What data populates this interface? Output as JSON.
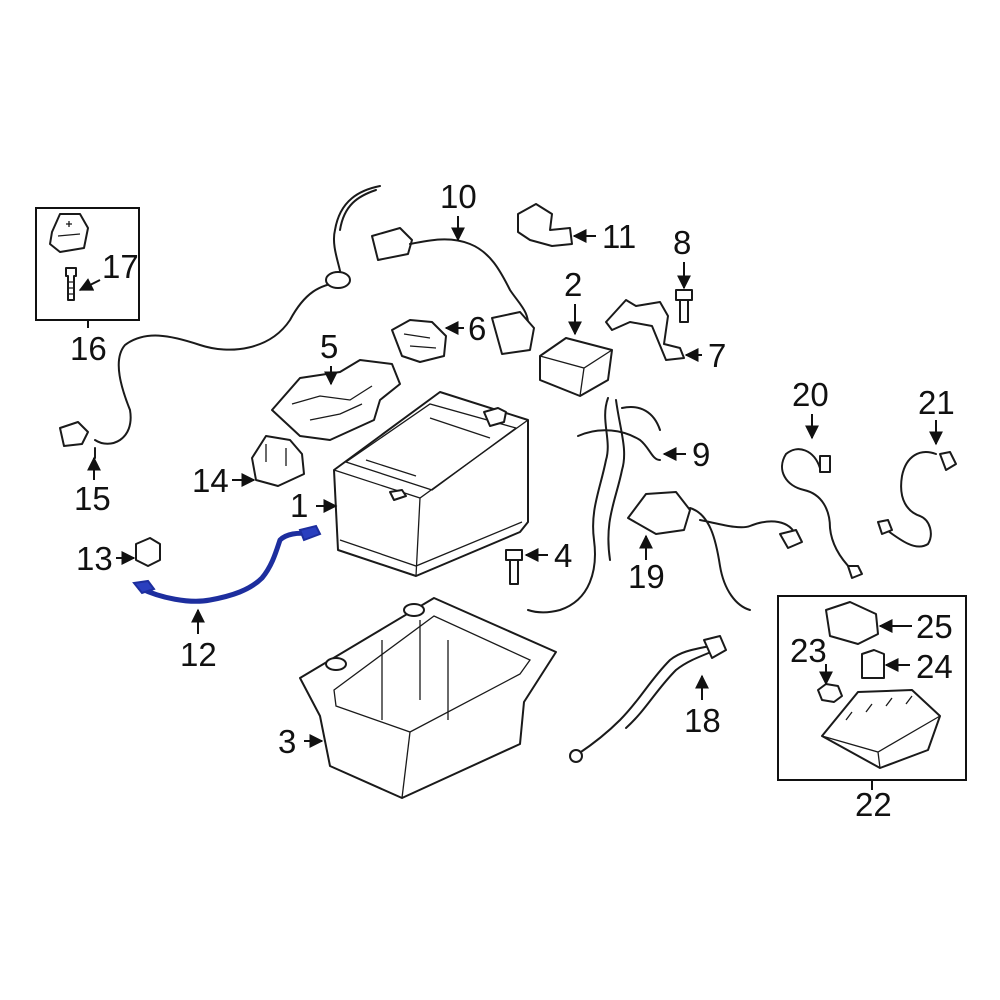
{
  "diagram": {
    "highlight_color": "#2a3fbf",
    "labels": {
      "l1": "1",
      "l2": "2",
      "l3": "3",
      "l4": "4",
      "l5": "5",
      "l6": "6",
      "l7": "7",
      "l8": "8",
      "l9": "9",
      "l10": "10",
      "l11": "11",
      "l12": "12",
      "l13": "13",
      "l14": "14",
      "l15": "15",
      "l16": "16",
      "l17": "17",
      "l18": "18",
      "l19": "19",
      "l20": "20",
      "l21": "21",
      "l22": "22",
      "l23": "23",
      "l24": "24",
      "l25": "25"
    }
  }
}
